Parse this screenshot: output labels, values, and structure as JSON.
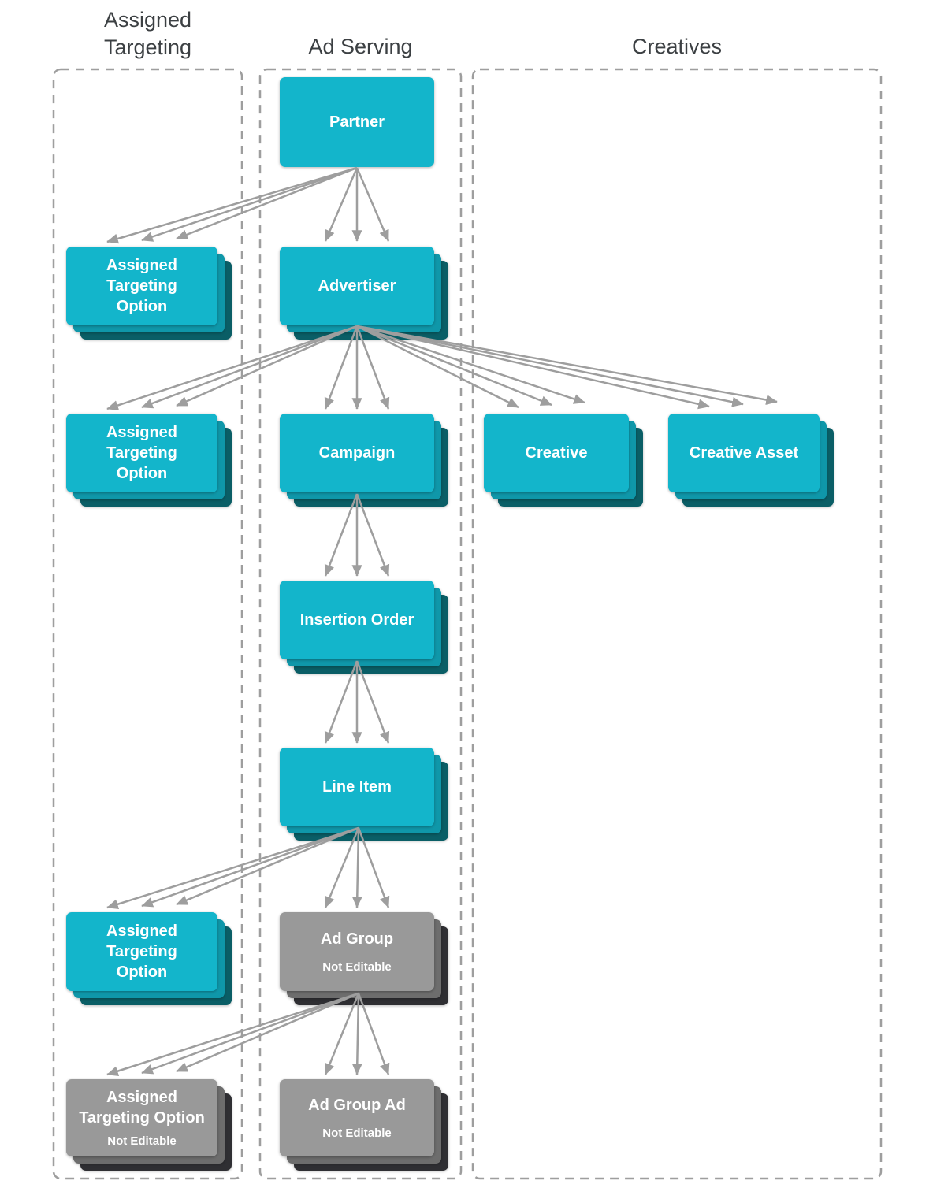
{
  "diagram": {
    "columns": [
      {
        "id": "assigned-targeting",
        "title": "Assigned\nTargeting"
      },
      {
        "id": "ad-serving",
        "title": "Ad Serving"
      },
      {
        "id": "creatives",
        "title": "Creatives"
      }
    ],
    "nodes": {
      "partner": {
        "label": "Partner"
      },
      "ato_partner": {
        "label": "Assigned\nTargeting\nOption"
      },
      "advertiser": {
        "label": "Advertiser"
      },
      "ato_advertiser": {
        "label": "Assigned\nTargeting\nOption"
      },
      "campaign": {
        "label": "Campaign"
      },
      "creative": {
        "label": "Creative"
      },
      "creative_asset": {
        "label": "Creative Asset"
      },
      "insertion_order": {
        "label": "Insertion Order"
      },
      "line_item": {
        "label": "Line Item"
      },
      "ato_line_item": {
        "label": "Assigned\nTargeting\nOption"
      },
      "ad_group": {
        "label": "Ad Group",
        "sublabel": "Not Editable"
      },
      "ato_ad_group": {
        "label": "Assigned\nTargeting Option",
        "sublabel": "Not Editable"
      },
      "ad_group_ad": {
        "label": "Ad Group Ad",
        "sublabel": "Not Editable"
      }
    },
    "edges": [
      {
        "from": "partner",
        "to": "ato_partner"
      },
      {
        "from": "partner",
        "to": "advertiser"
      },
      {
        "from": "advertiser",
        "to": "ato_advertiser"
      },
      {
        "from": "advertiser",
        "to": "campaign"
      },
      {
        "from": "advertiser",
        "to": "creative"
      },
      {
        "from": "advertiser",
        "to": "creative_asset"
      },
      {
        "from": "campaign",
        "to": "insertion_order"
      },
      {
        "from": "insertion_order",
        "to": "line_item"
      },
      {
        "from": "line_item",
        "to": "ato_line_item"
      },
      {
        "from": "line_item",
        "to": "ad_group"
      },
      {
        "from": "ad_group",
        "to": "ato_ad_group"
      },
      {
        "from": "ad_group",
        "to": "ad_group_ad"
      }
    ],
    "colors": {
      "editable_fill": "#13b5cb",
      "editable_stack_mid": "#0f97a9",
      "editable_stack_dark": "#0a5e66",
      "not_editable_fill": "#999999",
      "not_editable_stack_mid": "#6d6d6d",
      "not_editable_stack_dark": "#2f2f33",
      "arrow": "#9e9e9e",
      "column_border": "#9e9e9e",
      "header_text": "#3c4043",
      "node_text": "#ffffff"
    }
  }
}
